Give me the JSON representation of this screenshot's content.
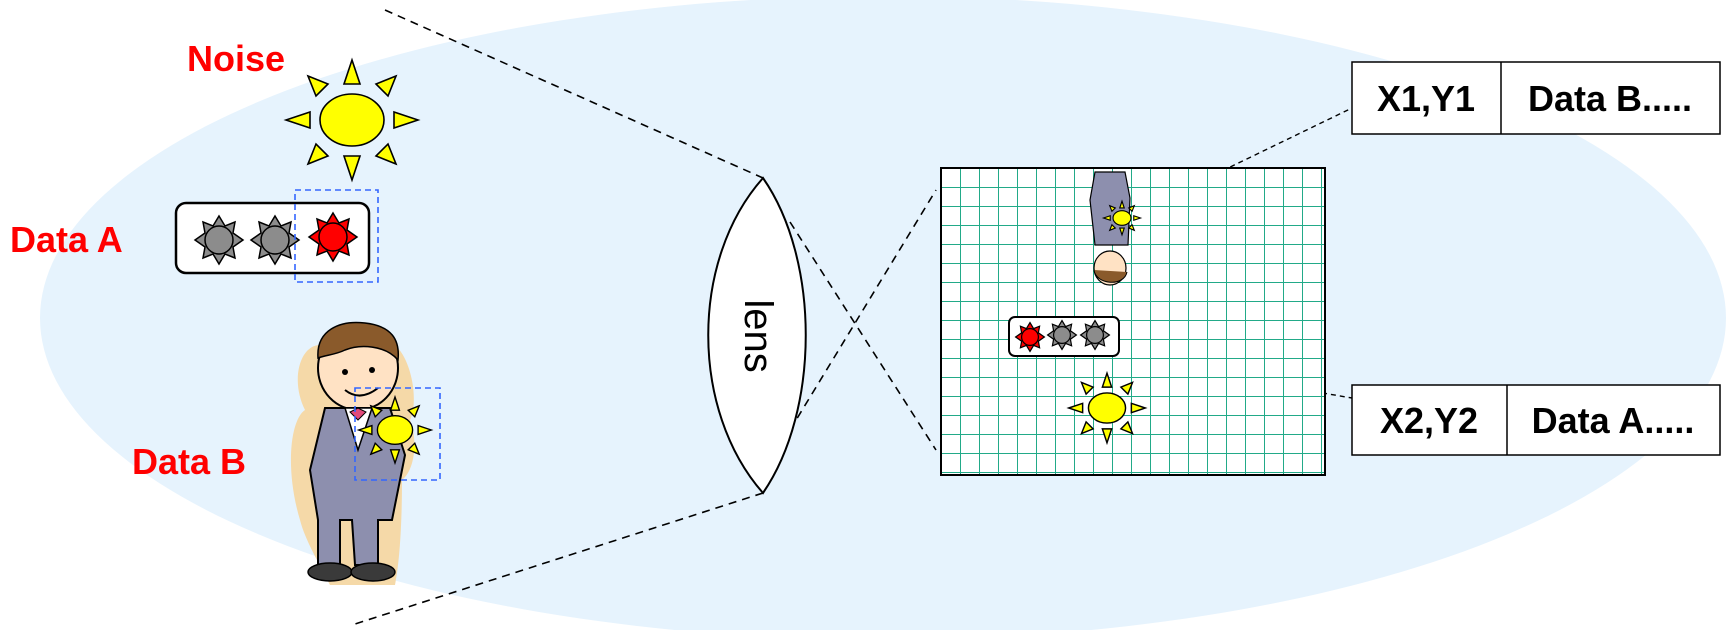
{
  "labels": {
    "noise": "Noise",
    "data_a": "Data A",
    "data_b": "Data B",
    "lens": "lens"
  },
  "records": [
    {
      "coord": "X1,Y1",
      "value": "Data B....."
    },
    {
      "coord": "X2,Y2",
      "value": "Data A....."
    }
  ],
  "colors": {
    "background_ellipse": "#e6f3fd",
    "label_red": "#ff0000",
    "sensor_grid": "#22aa88",
    "sun_yellow": "#ffff00",
    "led_grey": "#8c8c8c",
    "led_red": "#ff0000",
    "suit": "#8d8fae"
  },
  "icons": [
    "sun-icon",
    "led-strip-icon",
    "person-icon",
    "lens-icon",
    "sensor-grid"
  ]
}
